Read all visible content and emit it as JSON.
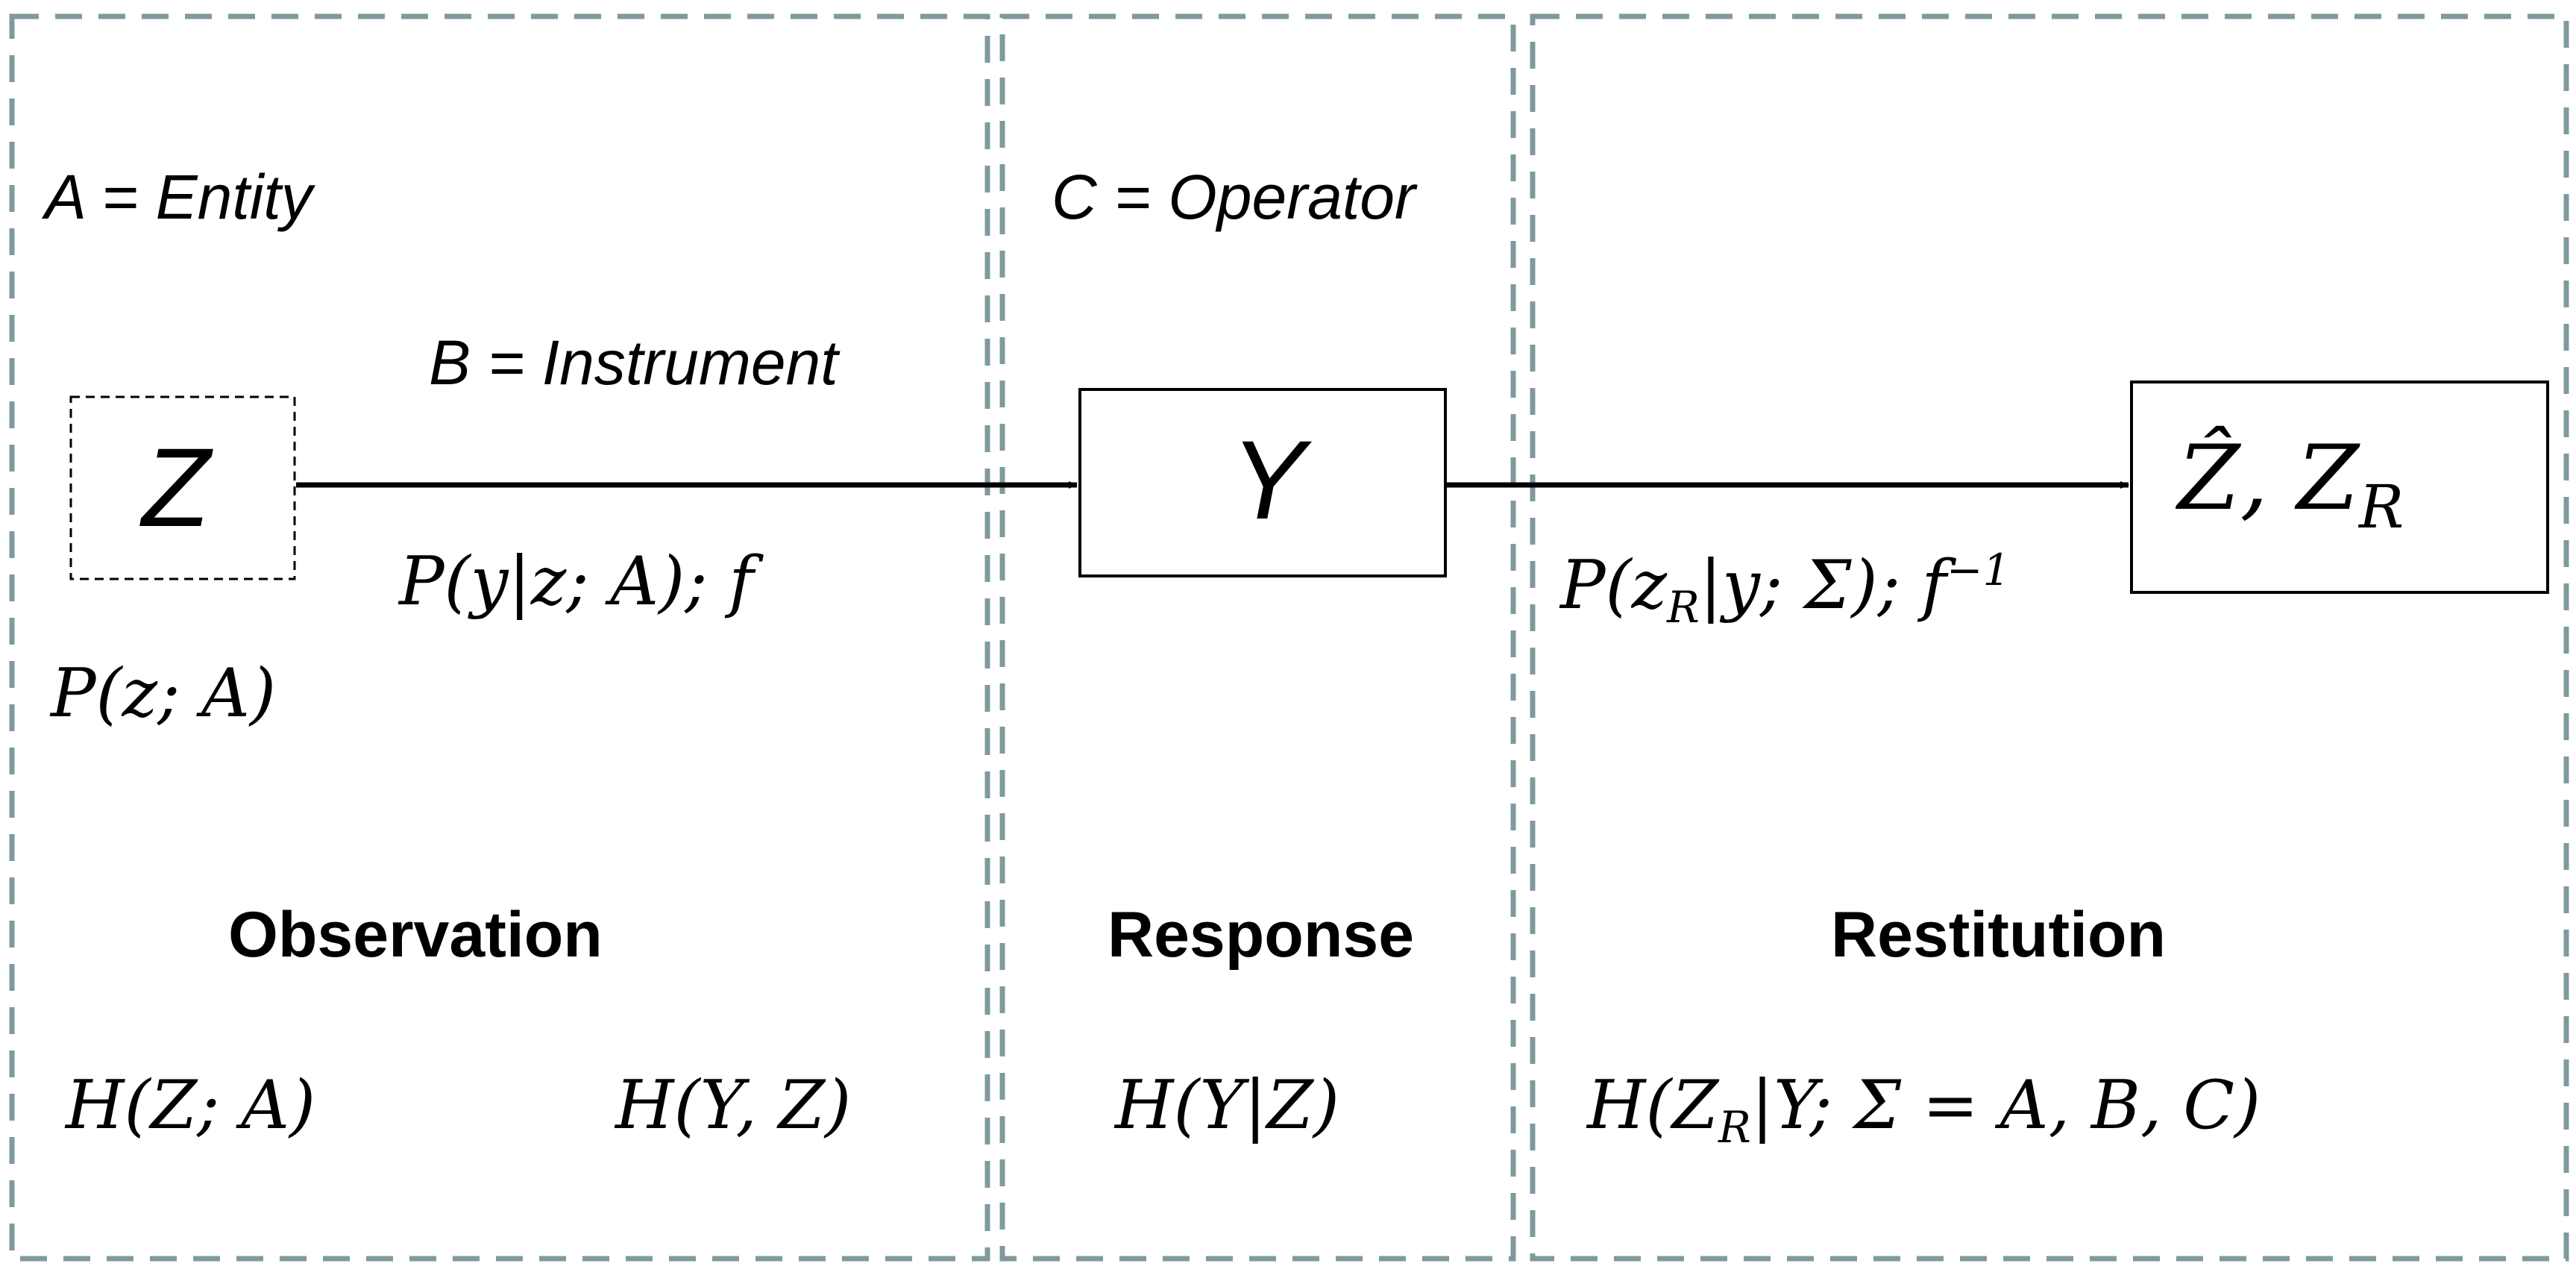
{
  "panels": {
    "observation": {
      "heading": "Observation",
      "entity_label": "A = Entity",
      "instrument_label": "B = Instrument",
      "node_z": "Z",
      "prior": "P(z; A)",
      "likelihood": "P(y|z; A); f",
      "entropy_left": "H(Z; A)",
      "entropy_right": "H(Y, Z)"
    },
    "response": {
      "heading": "Response",
      "operator_label": "C = Operator",
      "node_y": "Y",
      "entropy": "H(Y|Z)"
    },
    "restitution": {
      "heading": "Restitution",
      "node_zhat": "Ẑ, Z",
      "node_zhat_sub": "R",
      "posterior": "P(z",
      "posterior_sub": "R",
      "posterior_rest": "|y; Σ); f",
      "posterior_sup": "−1",
      "entropy": "H(Z",
      "entropy_sub": "R",
      "entropy_rest": "|Y; Σ = A, B, C)"
    }
  },
  "colors": {
    "panel_border": "#7f9a9c",
    "ink": "#000000"
  }
}
